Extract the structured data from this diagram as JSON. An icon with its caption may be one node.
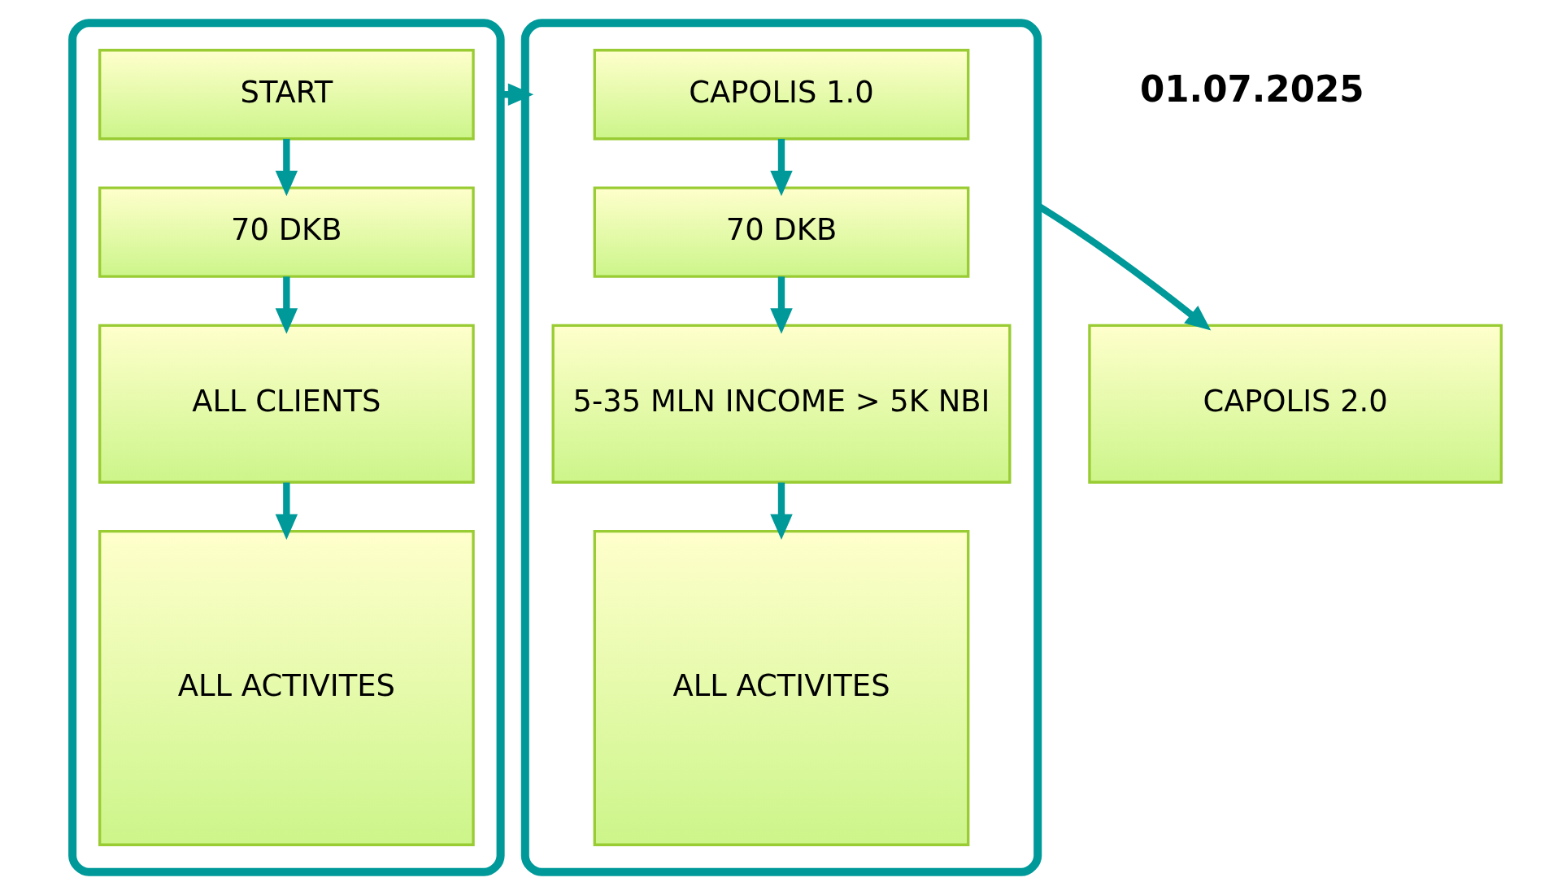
{
  "diagram": {
    "nodes": [
      {
        "text": [],
        "shape": "box"
      },
      {
        "text": [
          "START"
        ],
        "in": 0
      },
      {
        "text": [
          "70 DKB"
        ],
        "in": 0
      },
      {
        "text": [
          "ALL CLIENTS"
        ],
        "in": 0
      },
      {
        "text": [
          "ALL ACTIVITES"
        ],
        "in": 0
      },
      {
        "text": [],
        "shape": "box"
      },
      {
        "text": [
          "CAPOLIS 1.0"
        ],
        "in": 5
      },
      {
        "text": [
          "70 DKB"
        ],
        "in": 5
      },
      {
        "text": [
          "5-35 MLN INCOME > 5K NBI"
        ],
        "in": 5
      },
      {
        "text": [
          "ALL ACTIVITES"
        ],
        "in": 5
      },
      {
        "text": [
          "CAPOLIS 2.0"
        ]
      }
    ],
    "edges": [
      {
        "from": 1,
        "to": 2,
        "arrow": "to"
      },
      {
        "from": 2,
        "to": 3,
        "arrow": "to"
      },
      {
        "from": 3,
        "to": 4,
        "arrow": "to"
      },
      {
        "from": 0,
        "to": 5,
        "arrow": "to"
      },
      {
        "from": 6,
        "to": 7,
        "arrow": "to"
      },
      {
        "from": 7,
        "to": 8,
        "arrow": "to"
      },
      {
        "from": 8,
        "to": 9,
        "arrow": "to"
      },
      {
        "from": 5,
        "to": 10,
        "arrow": "to"
      }
    ],
    "labels": [
      "01.07.2025"
    ]
  }
}
